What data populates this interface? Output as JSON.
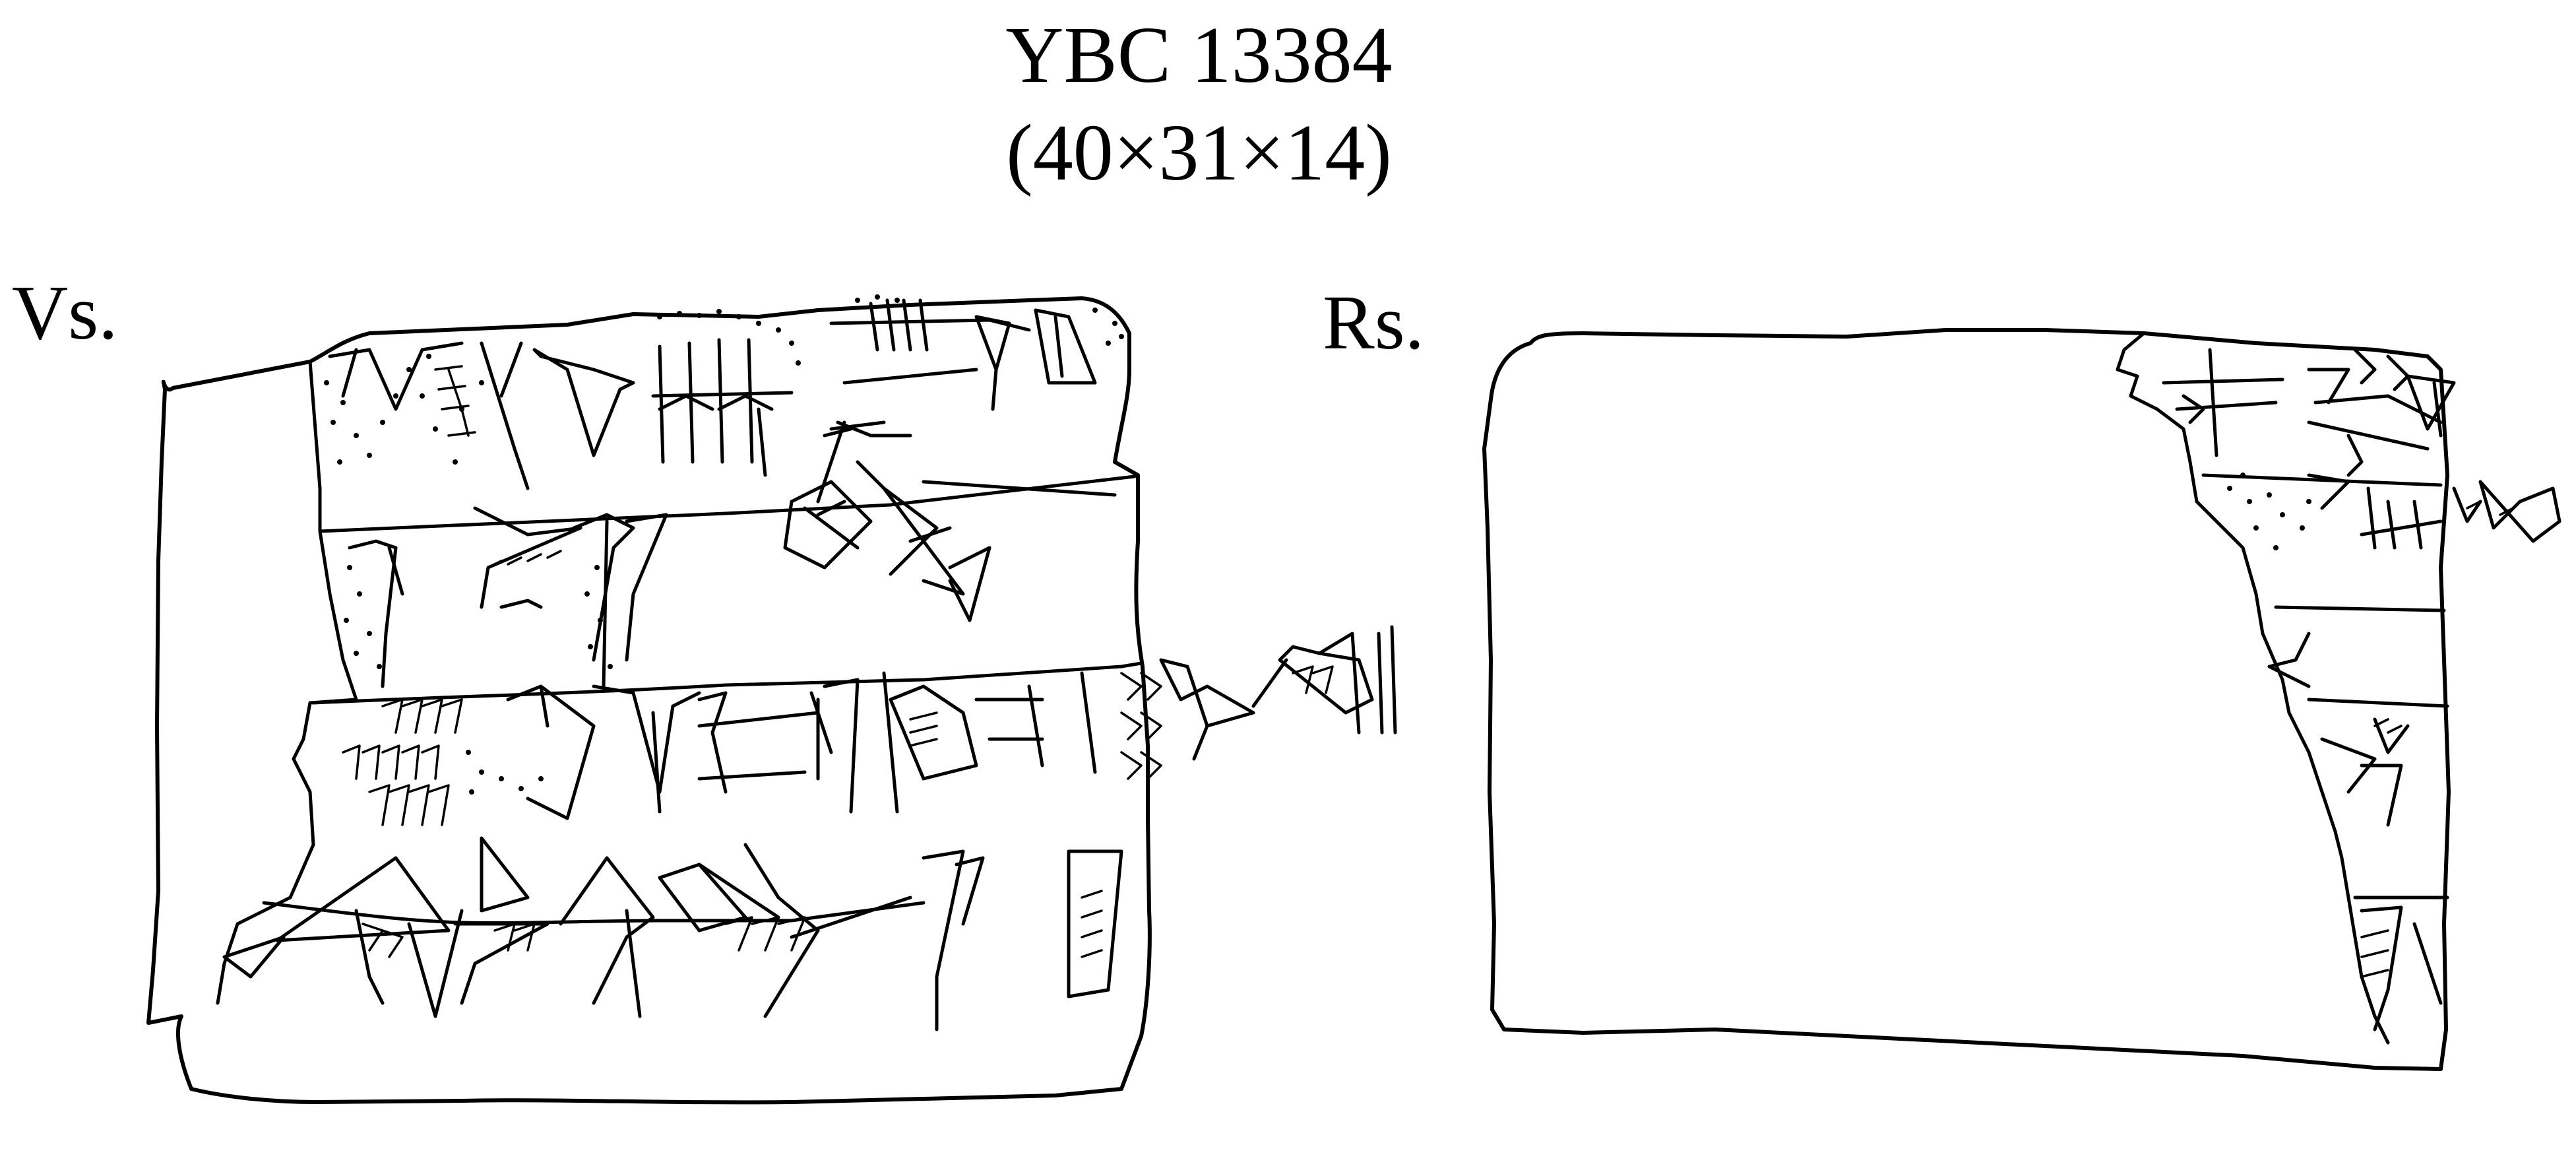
{
  "title": {
    "line1": "YBC 13384",
    "line2": "(40×31×14)"
  },
  "sides": {
    "obverse": "Vs.",
    "reverse": "Rs."
  }
}
